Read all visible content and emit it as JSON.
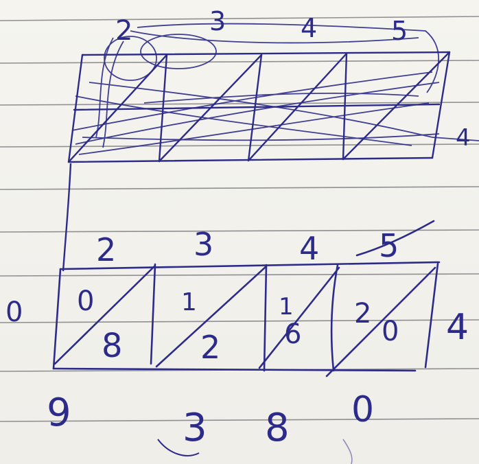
{
  "sheet": {
    "ink_color": "#2d2b8a",
    "rule_color": "#6e6e72",
    "paper_color": "#f3f2ed"
  },
  "top_grid": {
    "column_digits": [
      "2",
      "3",
      "4",
      "5"
    ],
    "row_digit": "4"
  },
  "bottom_grid": {
    "column_digits": [
      "2",
      "3",
      "4",
      "5"
    ],
    "row_digit": "4",
    "left_carry": "0",
    "cells": [
      {
        "tens": "0",
        "ones": "8"
      },
      {
        "tens": "1",
        "ones": "2"
      },
      {
        "tens": "1",
        "ones": "6"
      },
      {
        "tens": "2",
        "ones": "0"
      }
    ],
    "result_digits": [
      "9",
      "3",
      "8",
      "0"
    ]
  }
}
